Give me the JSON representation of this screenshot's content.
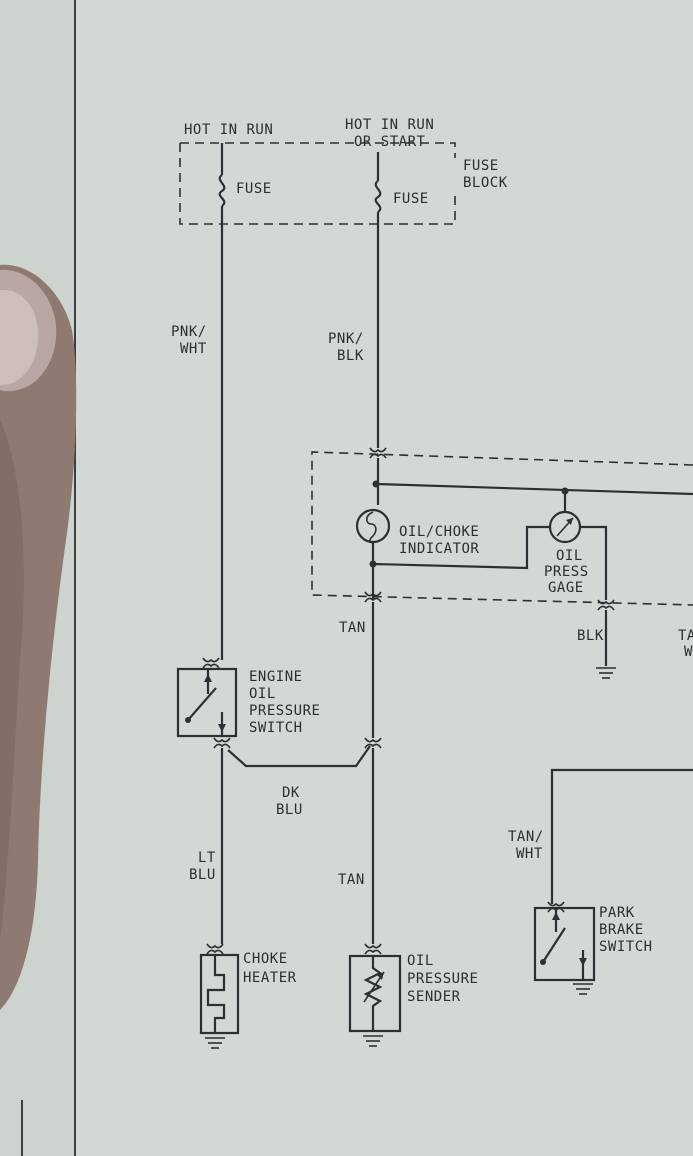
{
  "diagram": {
    "power": {
      "left_source": "HOT IN RUN",
      "right_source_line1": "HOT IN RUN",
      "right_source_line2": "OR START",
      "fuse_left": "FUSE",
      "fuse_right": "FUSE",
      "fuse_block_line1": "FUSE",
      "fuse_block_line2": "BLOCK"
    },
    "wires": {
      "pnk_wht_1": "PNK/",
      "pnk_wht_2": "WHT",
      "pnk_blk_1": "PNK/",
      "pnk_blk_2": "BLK",
      "tan_upper": "TAN",
      "dk_blu_1": "DK",
      "dk_blu_2": "BLU",
      "lt_blu_1": "LT",
      "lt_blu_2": "BLU",
      "tan_lower": "TAN",
      "blk": "BLK",
      "tan_wht_1": "TAN/",
      "tan_wht_2": "WHT",
      "edge_partial_1": "TA",
      "edge_partial_2": "W"
    },
    "components": {
      "oil_choke_indicator_1": "OIL/CHOKE",
      "oil_choke_indicator_2": "INDICATOR",
      "oil_press_gage_1": "OIL",
      "oil_press_gage_2": "PRESS",
      "oil_press_gage_3": "GAGE",
      "engine_oil_switch_1": "ENGINE",
      "engine_oil_switch_2": "OIL",
      "engine_oil_switch_3": "PRESSURE",
      "engine_oil_switch_4": "SWITCH",
      "choke_heater_1": "CHOKE",
      "choke_heater_2": "HEATER",
      "oil_sender_1": "OIL",
      "oil_sender_2": "PRESSURE",
      "oil_sender_3": "SENDER",
      "park_brake_1": "PARK",
      "park_brake_2": "BRAKE",
      "park_brake_3": "SWITCH"
    }
  }
}
